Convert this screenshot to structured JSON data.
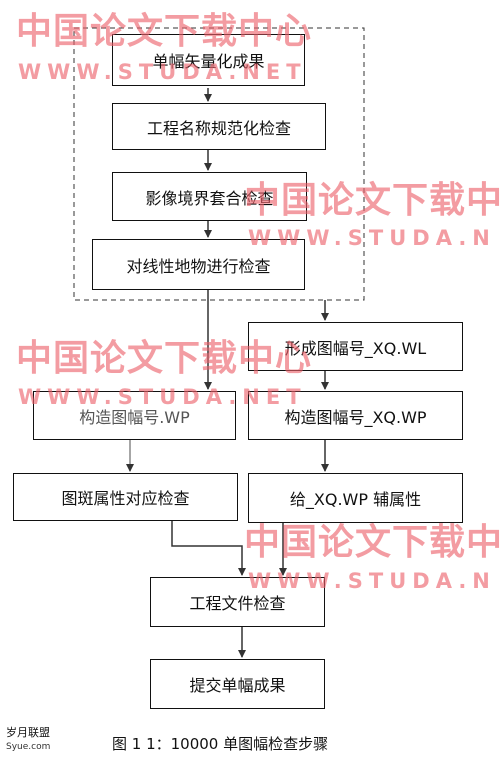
{
  "watermark": {
    "cn": "中国论文下载中心",
    "en": "WWW.STUDA.NET",
    "cn_cropped": "中国论文下载中",
    "en_cropped": "WWW.STUDA.N",
    "color": "#eb5f69"
  },
  "steps": {
    "s1": "单幅矢量化成果",
    "s2": "工程名称规范化检查",
    "s3": "影像境界套合检查",
    "s4": "对线性地物进行检查",
    "s5": "形成图幅号_XQ.WL",
    "s6": "构造图幅号.WP",
    "s7": "构造图幅号_XQ.WP",
    "s8": "图斑属性对应检查",
    "s9": "给_XQ.WP 辅属性",
    "s10": "工程文件检查",
    "s11": "提交单幅成果"
  },
  "footer": {
    "logo_text": "岁月联盟",
    "logo_site": "Syue.com"
  },
  "caption": "图 1 1：10000 单图幅检查步骤"
}
